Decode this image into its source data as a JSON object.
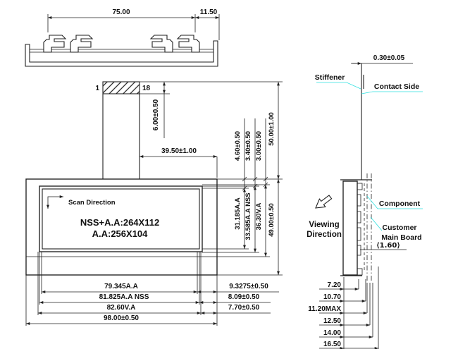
{
  "colors": {
    "line": "#1f1f1f",
    "leader": "#2fe0e0",
    "background": "#ffffff"
  },
  "top_view": {
    "dim_main": "75.00",
    "dim_side": "11.50"
  },
  "front_view": {
    "pin_first": "1",
    "pin_last": "18",
    "dim_contact": "6.00±0.50",
    "dim_fpc_offset": "39.50±1.00",
    "scan_direction": "Scan Direction",
    "display_line1": "NSS+A.A:264X112",
    "display_line2": "A.A:256X104",
    "dim_aa_top": "4.60±0.50",
    "dim_nss_top": "3.40±0.50",
    "dim_va_top": "3.00±0.50",
    "dim_fpc_length": "50.00±1.00",
    "dim_aa_height": "31.185A.A",
    "dim_nss_height": "33.585A.A NSS",
    "dim_va_height": "36.30V.A",
    "dim_module_height": "49.00±0.50",
    "dim_aa_width": "79.345A.A",
    "dim_aa_margin": "9.3275±0.50",
    "dim_nss_width": "81.825A.A NSS",
    "dim_nss_margin": "8.09±0.50",
    "dim_va_width": "82.60V.A",
    "dim_va_margin": "7.70±0.50",
    "dim_module_width": "98.00±0.50"
  },
  "side_view": {
    "dim_fpc_thickness": "0.30±0.05",
    "label_stiffener": "Stiffener",
    "label_contact_side": "Contact Side",
    "label_component": "Component",
    "label_customer_line1": "Customer",
    "label_customer_line2": "Main Board",
    "dim_board_thickness": "⟨1.60⟩",
    "label_viewing_line1": "Viewing",
    "label_viewing_line2": "Direction",
    "thickness_dims": [
      "7.20",
      "10.70",
      "11.20MAX",
      "12.50",
      "14.00",
      "16.50"
    ]
  }
}
